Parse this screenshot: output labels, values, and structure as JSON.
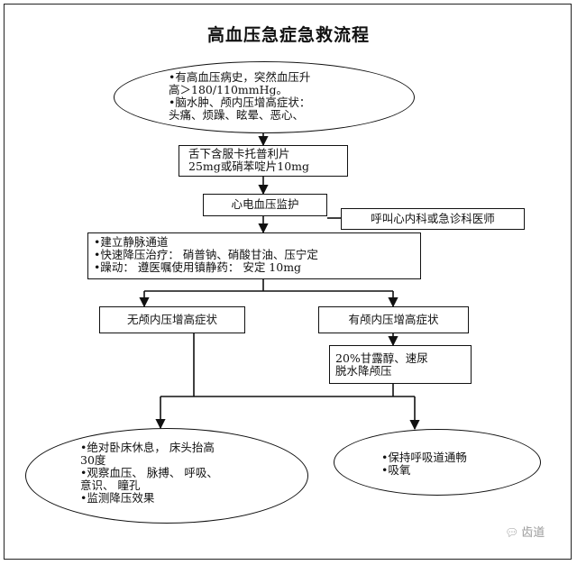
{
  "title": "高血压急症急救流程",
  "nodes": {
    "symptoms": [
      "•有高血压病史，突然血压升",
      "高＞180/110mmHg。",
      "•脑水肿、颅内压增高症状：",
      "头痛、烦躁、眩晕、恶心、"
    ],
    "medication": [
      "舌下含服卡托普利片",
      "25mg或硝苯啶片10mg"
    ],
    "monitor": [
      "心电血压监护"
    ],
    "consult": [
      "呼叫心内科或急诊科医师"
    ],
    "treatment": [
      "•建立静脉通道",
      "•快速降压治疗：  硝普钠、硝酸甘油、压宁定",
      "•躁动：  遵医嘱使用镇静药：  安定 10mg"
    ],
    "no_icp": [
      "无颅内压增高症状"
    ],
    "has_icp": [
      "有颅内压增高症状"
    ],
    "mannitol": [
      "20%甘露醇、速尿",
      "脱水降颅压"
    ],
    "care_left": [
      "•绝对卧床休息，  床头抬高",
      "30度",
      "•观察血压、  脉搏、  呼吸、",
      "意识、  瞳孔",
      "•监测降压效果"
    ],
    "care_right": [
      "•保持呼吸道通畅",
      "•吸氧"
    ]
  },
  "watermark": {
    "icon": "speech-bubble-icon",
    "text": "齿道"
  }
}
